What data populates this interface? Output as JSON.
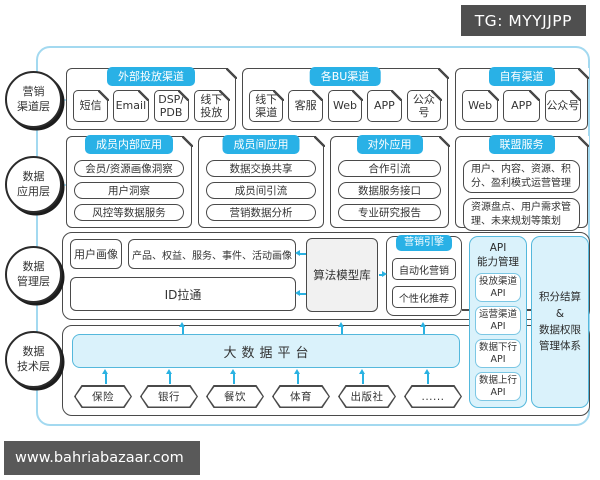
{
  "header": {
    "tag": "TG: MYYJJPP"
  },
  "footer": {
    "url": "www.bahriabazaar.com"
  },
  "colors": {
    "accent_badge": "#29b1e6",
    "panel_fill": "#daf2fb",
    "panel_border": "#54b8dc",
    "dark_border": "#4a4a4a",
    "frame_border": "#a3d9f0",
    "arrow": "#2ab2e2",
    "tag_bg": "#4f4f4f"
  },
  "layers": [
    {
      "label": "营销\n渠道层"
    },
    {
      "label": "数据\n应用层"
    },
    {
      "label": "数据\n管理层"
    },
    {
      "label": "数据\n技术层"
    }
  ],
  "row1": {
    "groups": [
      {
        "title": "外部投放渠道",
        "items": [
          "短信",
          "Email",
          "DSP/\nPDB",
          "线下\n投放"
        ]
      },
      {
        "title": "各BU渠道",
        "items": [
          "线下\n渠道",
          "客服",
          "Web",
          "APP",
          "公众号"
        ]
      },
      {
        "title": "自有渠道",
        "items": [
          "Web",
          "APP",
          "公众号"
        ]
      }
    ]
  },
  "row2": {
    "groups": [
      {
        "title": "成员内部应用",
        "items": [
          "会员/资源画像洞察",
          "用户洞察",
          "风控等数据服务"
        ]
      },
      {
        "title": "成员间应用",
        "items": [
          "数据交换共享",
          "成员间引流",
          "营销数据分析"
        ]
      },
      {
        "title": "对外应用",
        "items": [
          "合作引流",
          "数据服务接口",
          "专业研究报告"
        ]
      },
      {
        "title": "联盟服务",
        "items": [
          "用户、内容、资源、积分、盈利模式运营管理",
          "资源盘点、用户需求管理、未来规划等策划"
        ]
      }
    ]
  },
  "row3": {
    "user_profile": "用户画像",
    "entity_profiles": "产品、权益、服务、事件、活动画像",
    "id_link": "ID拉通",
    "algo_lib": "算法模型库",
    "engine": {
      "title": "营销引擎",
      "items": [
        "自动化营销",
        "个性化推荐"
      ]
    },
    "api": {
      "title": "API\n能力管理",
      "items": [
        "投放渠道\nAPI",
        "运营渠道\nAPI",
        "数据下行\nAPI",
        "数据上行\nAPI"
      ]
    },
    "settlement": "积分结算\n&\n数据权限\n管理体系"
  },
  "row4": {
    "platform": "大数据平台",
    "sources": [
      "保险",
      "银行",
      "餐饮",
      "体育",
      "出版社",
      "......"
    ]
  }
}
